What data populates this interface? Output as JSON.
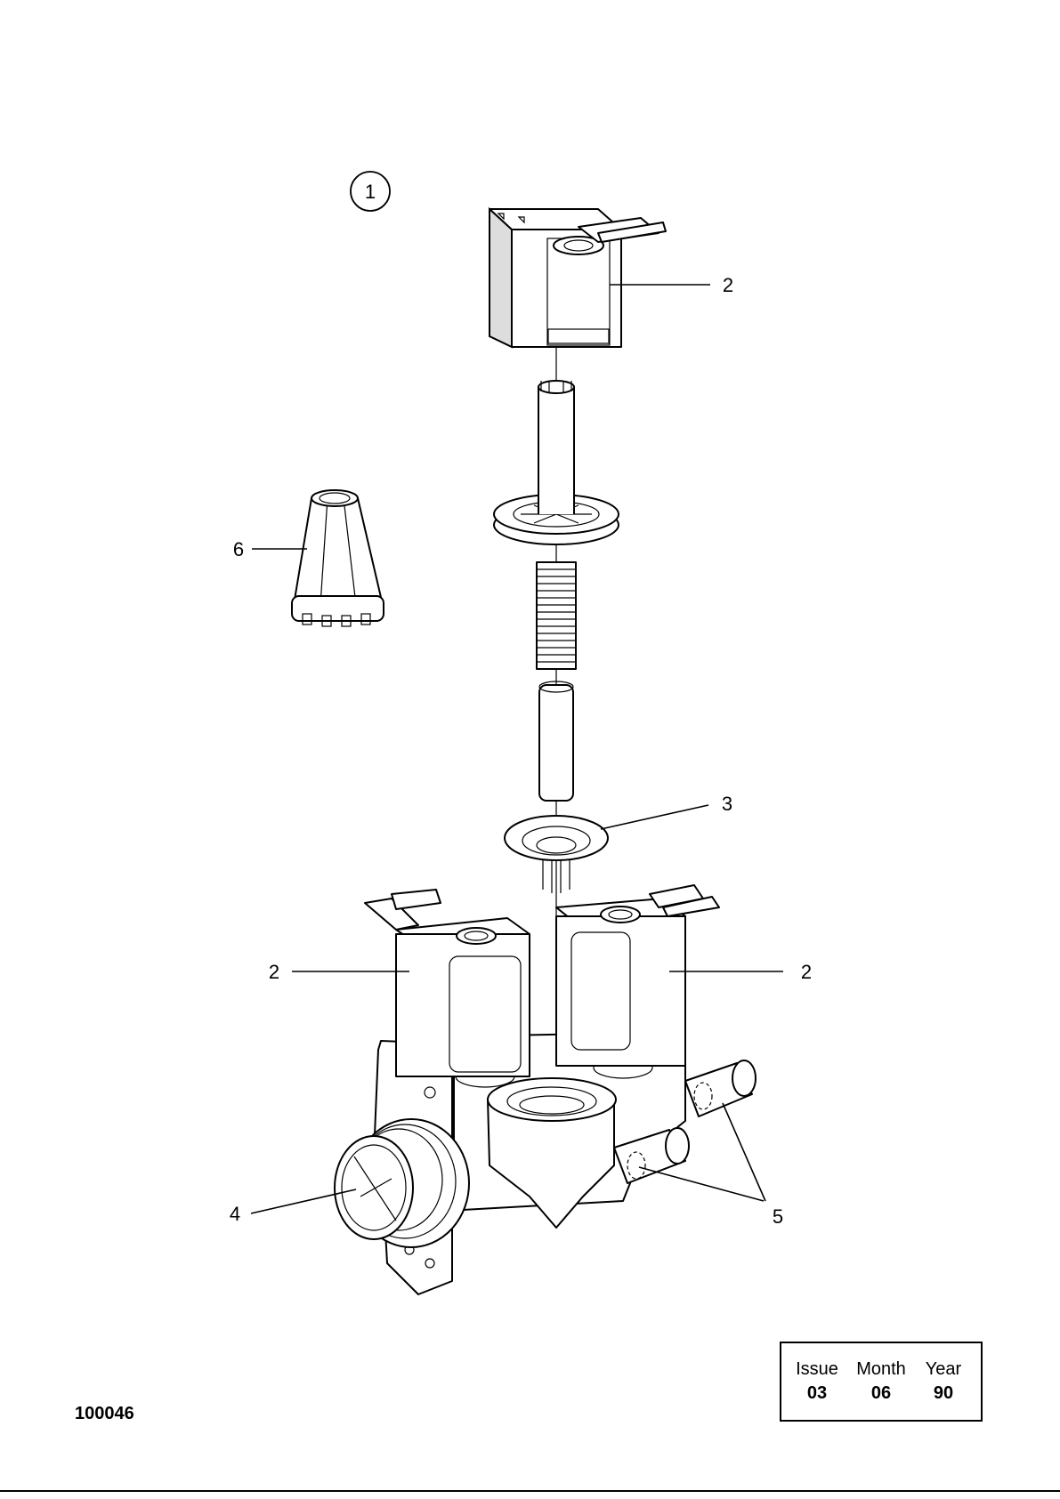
{
  "diagram": {
    "group_number": "1",
    "callouts": {
      "coil_top": "2",
      "coil_left": "2",
      "coil_right": "2",
      "seal": "3",
      "inlet": "4",
      "outlets": "5",
      "cap": "6"
    }
  },
  "info_box": {
    "issue_label": "Issue",
    "month_label": "Month",
    "year_label": "Year",
    "issue_value": "03",
    "month_value": "06",
    "year_value": "90"
  },
  "doc_number": "100046"
}
